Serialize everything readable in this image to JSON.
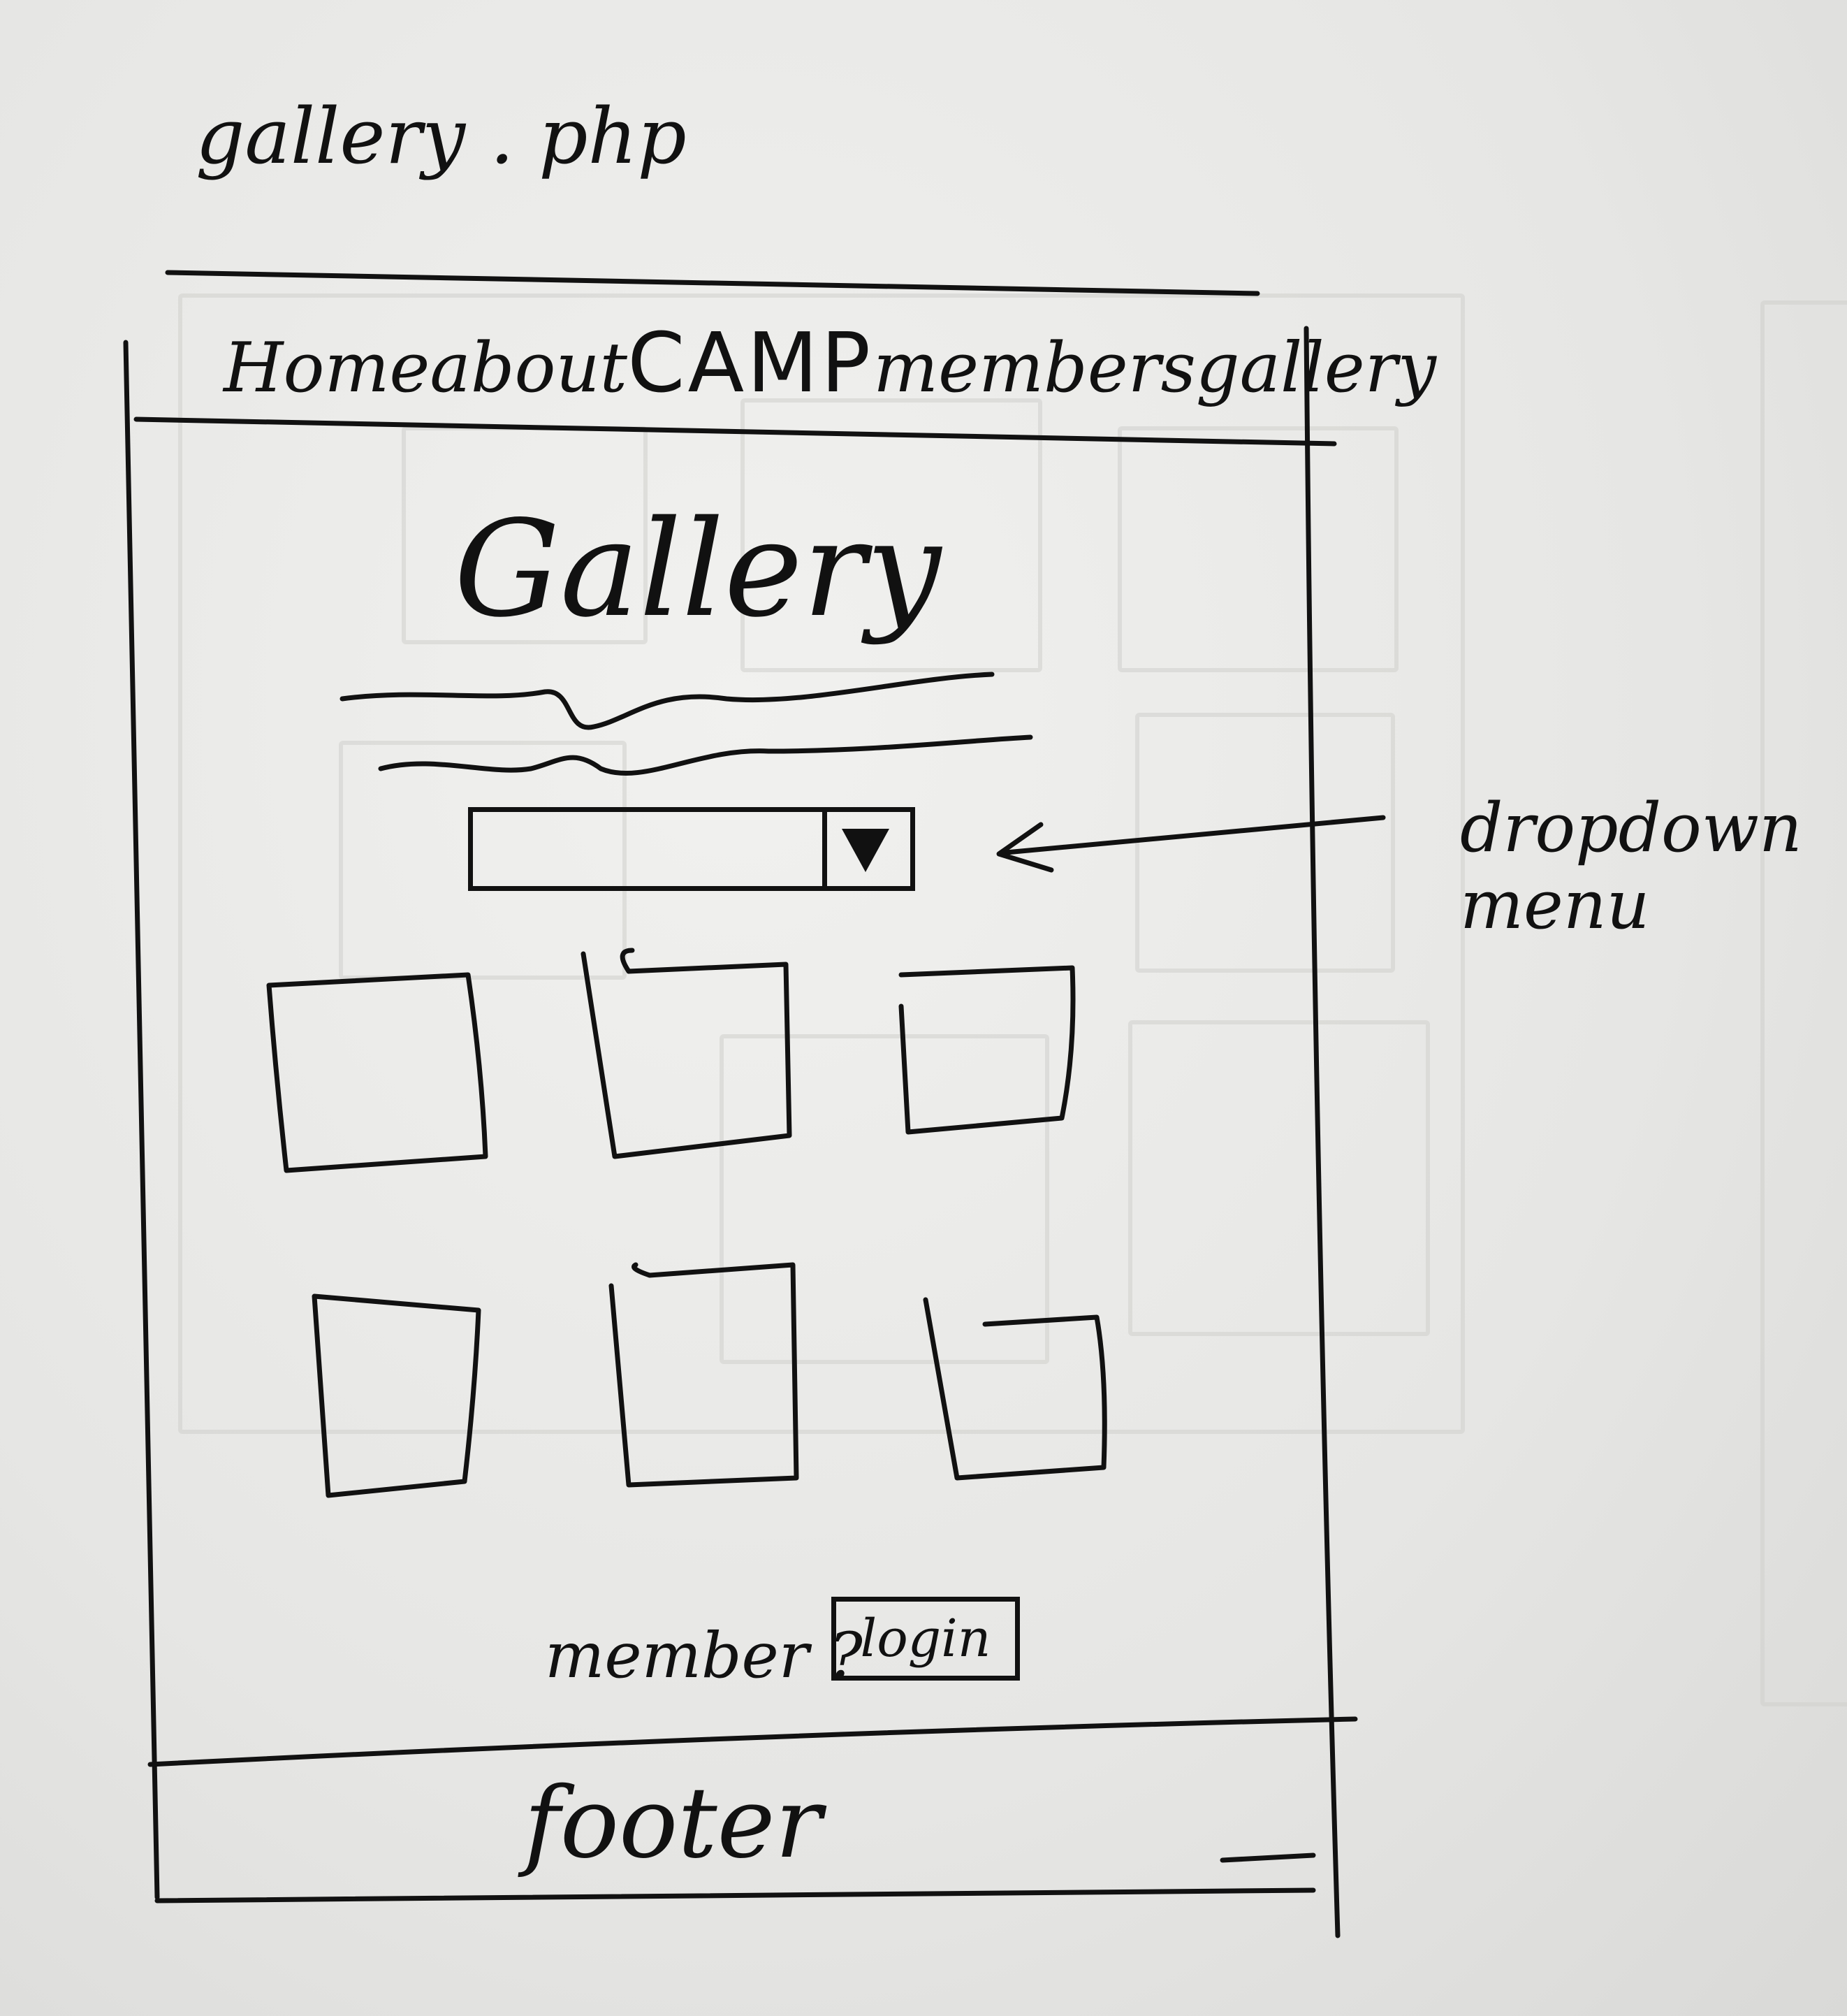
{
  "file_label": "gallery . php",
  "nav": {
    "items": [
      "Home",
      "about",
      "CAMP",
      "members",
      "gallery"
    ]
  },
  "page_title": "Gallery",
  "dropdown": {
    "annotation": "dropdown menu"
  },
  "gallery": {
    "thumbnail_count": 6
  },
  "member_prompt": "member ?",
  "login_label": "login",
  "footer_label": "footer"
}
